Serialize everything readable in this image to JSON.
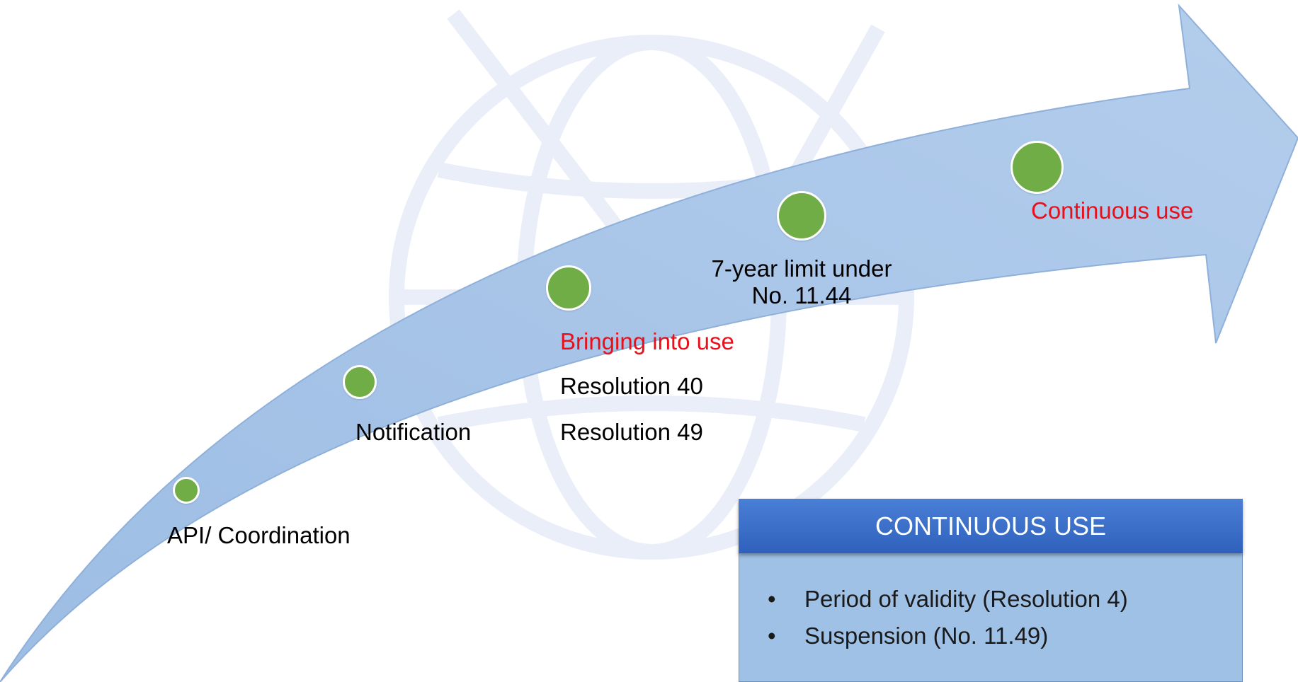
{
  "milestones": {
    "api": {
      "label": "API/ Coordination"
    },
    "notification": {
      "label": "Notification"
    },
    "bringing": {
      "label": "Bringing into use",
      "sub1": "Resolution 40",
      "sub2": "Resolution 49"
    },
    "seven_year": {
      "line1": "7-year limit under",
      "line2": "No. 11.44"
    },
    "continuous": {
      "label": "Continuous use"
    }
  },
  "panel": {
    "title": "CONTINUOUS USE",
    "items": [
      "Period of validity (Resolution 4)",
      "Suspension (No. 11.49)"
    ]
  },
  "colors": {
    "arrow": "#a9c6e8",
    "node": "#70ad47",
    "highlight_text": "#e8101a",
    "panel_header": "#3b6fc9",
    "panel_body": "#9fc1e6"
  }
}
